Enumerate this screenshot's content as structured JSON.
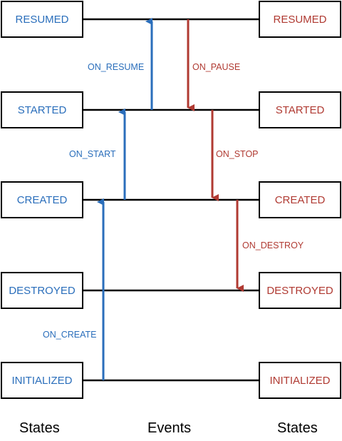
{
  "left_states": [
    "RESUMED",
    "STARTED",
    "CREATED",
    "DESTROYED",
    "INITIALIZED"
  ],
  "right_states": [
    "RESUMED",
    "STARTED",
    "CREATED",
    "DESTROYED",
    "INITIALIZED"
  ],
  "events_up": [
    "ON_RESUME",
    "ON_START",
    "ON_CREATE"
  ],
  "events_down": [
    "ON_PAUSE",
    "ON_STOP",
    "ON_DESTROY"
  ],
  "footer": {
    "states_left": "States",
    "events": "Events",
    "states_right": "States"
  },
  "colors": {
    "up": "#2a6ebb",
    "down": "#b03a32",
    "line": "#000000"
  }
}
